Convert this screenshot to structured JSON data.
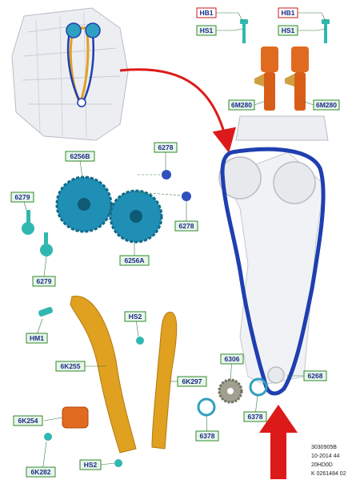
{
  "callouts": {
    "hb1_left": "HB1",
    "hs1_left": "HS1",
    "hb1_right": "HB1",
    "hs1_right": "HS1",
    "6m280_left": "6M280",
    "6m280_right": "6M280",
    "6278_top": "6278",
    "6278_bottom": "6278",
    "6256b": "6256B",
    "6256a": "6256A",
    "6279_top": "6279",
    "6279_bottom": "6279",
    "hm1": "HM1",
    "hs2_top": "HS2",
    "hs2_bottom": "HS2",
    "6k255": "6K255",
    "6k297": "6K297",
    "6k254": "6K254",
    "6k282": "6K282",
    "6306": "6306",
    "6268": "6268",
    "6378_right": "6378",
    "6378_left": "6378"
  },
  "reference_code": {
    "line1": "3030905B",
    "line2": "10-2014 44",
    "line3": "20HD0D",
    "line4": "K 0261484 02"
  },
  "colors": {
    "chain": "#1f3fb0",
    "guide": "#e0a020",
    "solenoid": "#e06a20",
    "sprocket": "#1f8fb5",
    "bolt": "#30b8b0",
    "arrow": "#dd1a1a",
    "callout_green": "#2f8a2f",
    "callout_red": "#cc1a1a"
  }
}
